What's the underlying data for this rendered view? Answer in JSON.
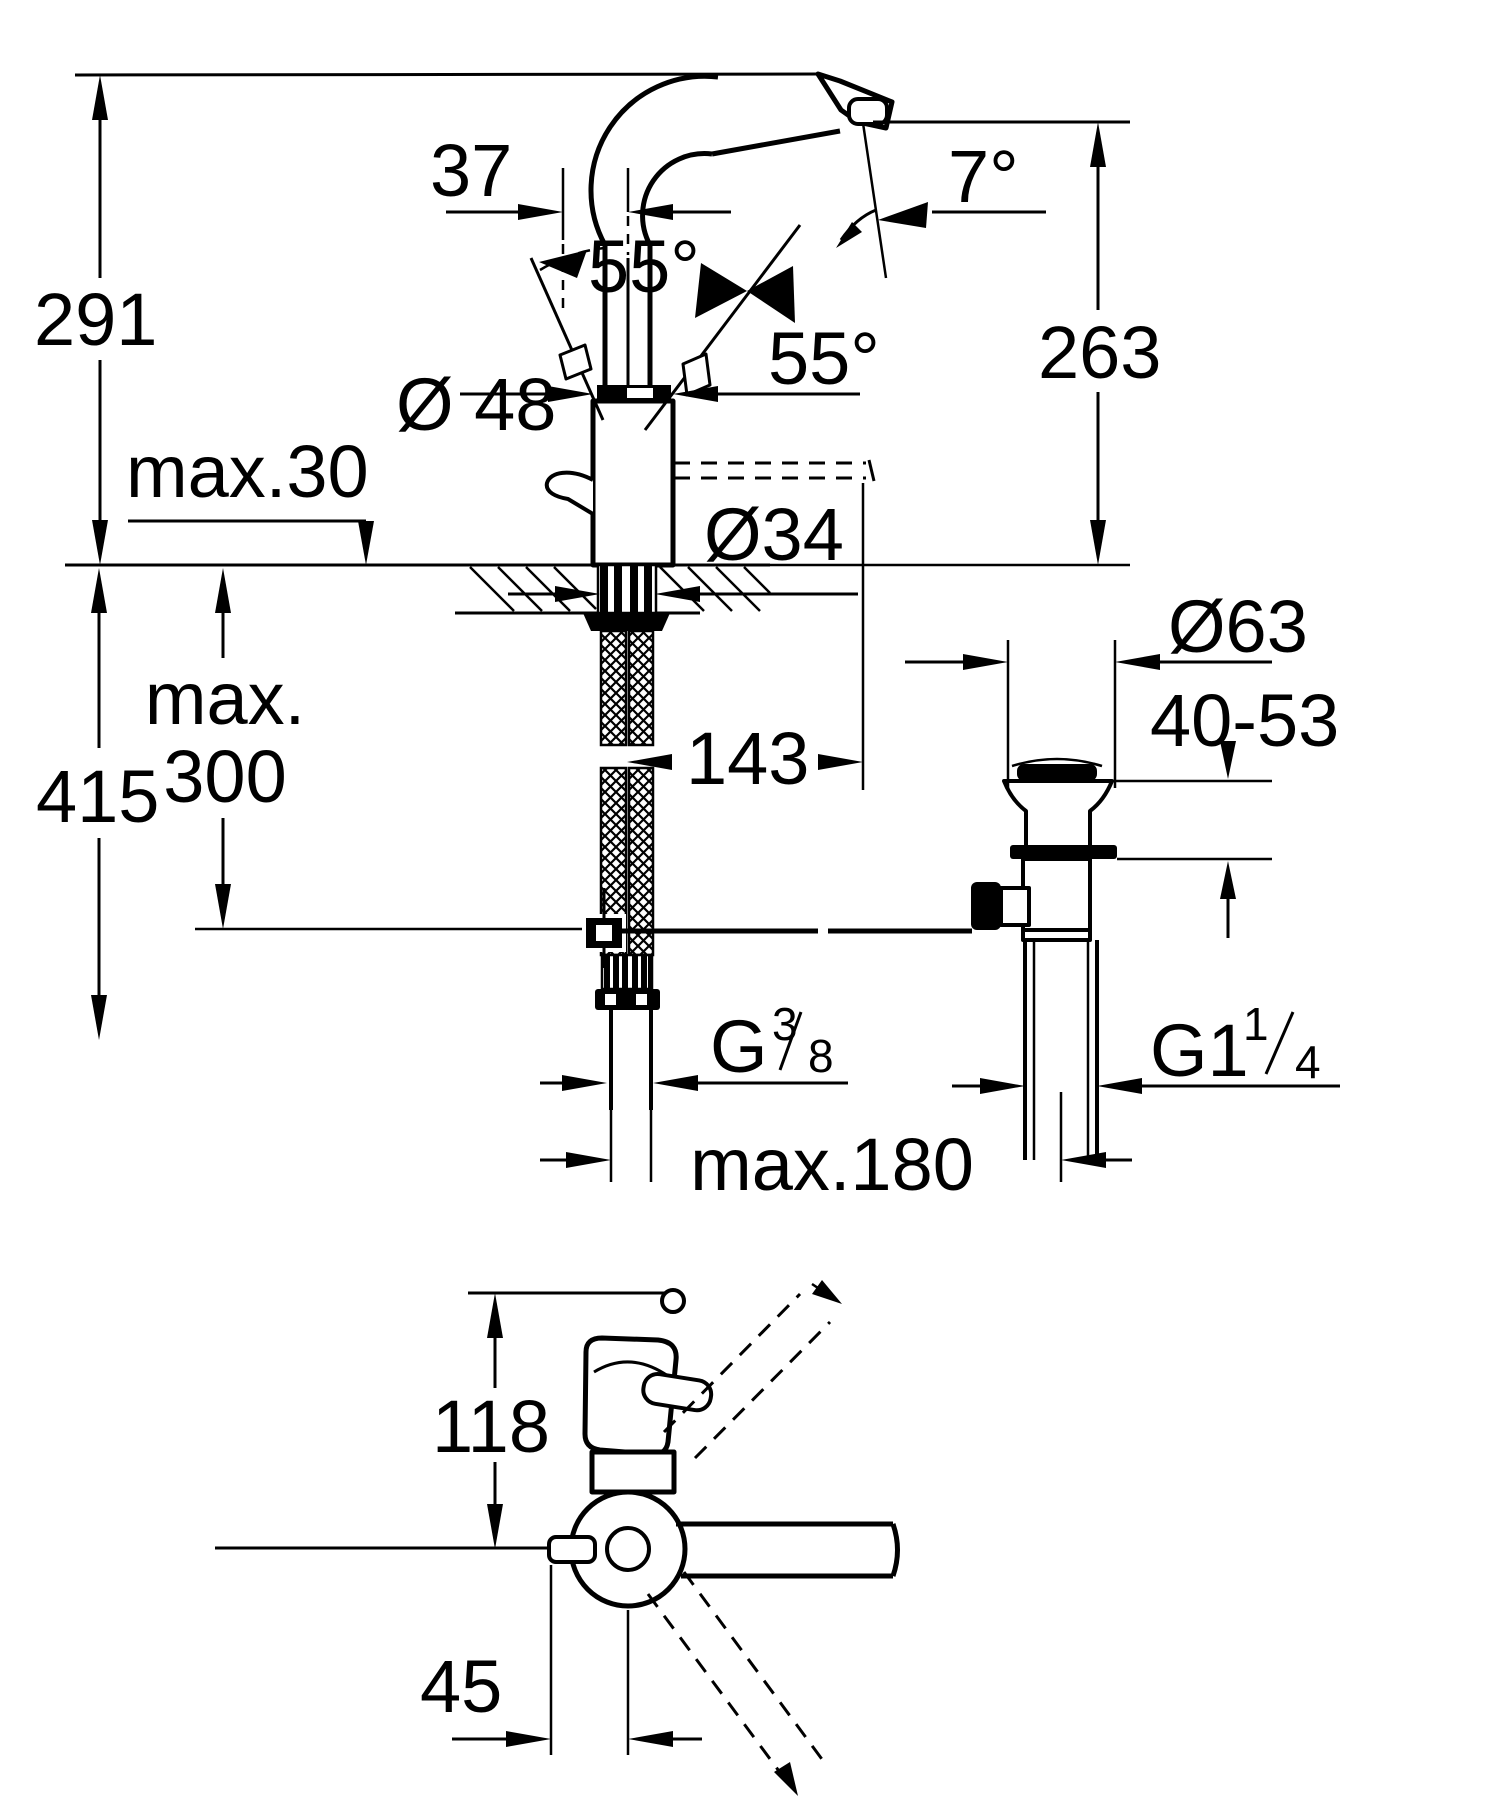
{
  "drawing": {
    "type": "technical-dimension-drawing",
    "colors": {
      "line": "#000000",
      "background": "#ffffff"
    },
    "main_view": {
      "labels": {
        "height_overall": "291",
        "spout_offset": "37",
        "handle_swing_left": "55°",
        "handle_swing_right": "55°",
        "body_diameter": "Ø 48",
        "deck_thickness_max": "max.30",
        "spout_angle": "7°",
        "spout_outlet_height": "263",
        "shank_diameter": "Ø34",
        "hose_length_max_word": "max.",
        "hose_length_max_value": "300",
        "install_depth": "415",
        "handle_reach": "143",
        "drain_flange_diameter": "Ø63",
        "drain_deck_range": "40-53",
        "supply_thread_base": "G",
        "supply_thread_sup": "3",
        "supply_thread_slash": "/",
        "supply_thread_sub": "8",
        "drain_thread_base": "G1",
        "drain_thread_sup": "1",
        "drain_thread_slash": "/",
        "drain_thread_sub": "4",
        "drain_offset_max": "max.180"
      }
    },
    "top_view": {
      "labels": {
        "handle_height": "118",
        "spout_axis_offset": "45"
      }
    }
  }
}
